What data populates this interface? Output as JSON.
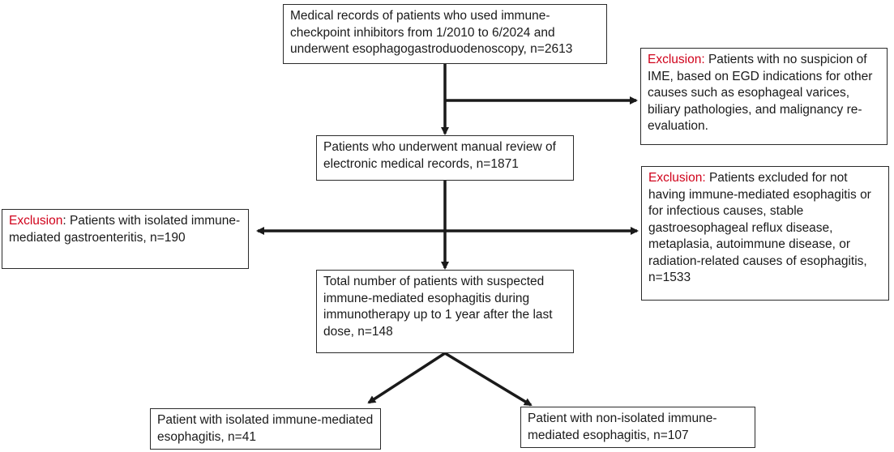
{
  "boxes": {
    "records": "Medical records of patients who used immune-checkpoint inhibitors from 1/2010 to 6/2024 and underwent esophagogastroduodenoscopy, n=2613",
    "exclusion_1": {
      "label": "Exclusion:",
      "text": " Patients with no suspicion of IME, based on EGD indications for other causes such as esophageal varices, biliary pathologies, and malignancy re-evaluation."
    },
    "manual_review": "Patients who underwent manual review of electronic medical records, n=1871",
    "exclusion_2": {
      "label": "Exclusion",
      "text": ": Patients with isolated immune-mediated gastroenteritis, n=190"
    },
    "exclusion_3": {
      "label": "Exclusion:",
      "text": " Patients excluded for not having immune-mediated esophagitis or for infectious causes, stable gastroesophageal reflux disease, metaplasia, autoimmune disease, or radiation-related causes of esophagitis, n=1533"
    },
    "suspected": "Total number of patients with suspected immune-mediated esophagitis during immunotherapy up to 1 year after the last dose, n=148",
    "isolated": "Patient with isolated immune-mediated esophagitis, n=41",
    "non_isolated": "Patient with non-isolated immune-mediated esophagitis, n=107"
  },
  "colors": {
    "exclusion_label": "#d0021b",
    "border": "#2b2b2b",
    "arrow": "#1a1a1a"
  }
}
